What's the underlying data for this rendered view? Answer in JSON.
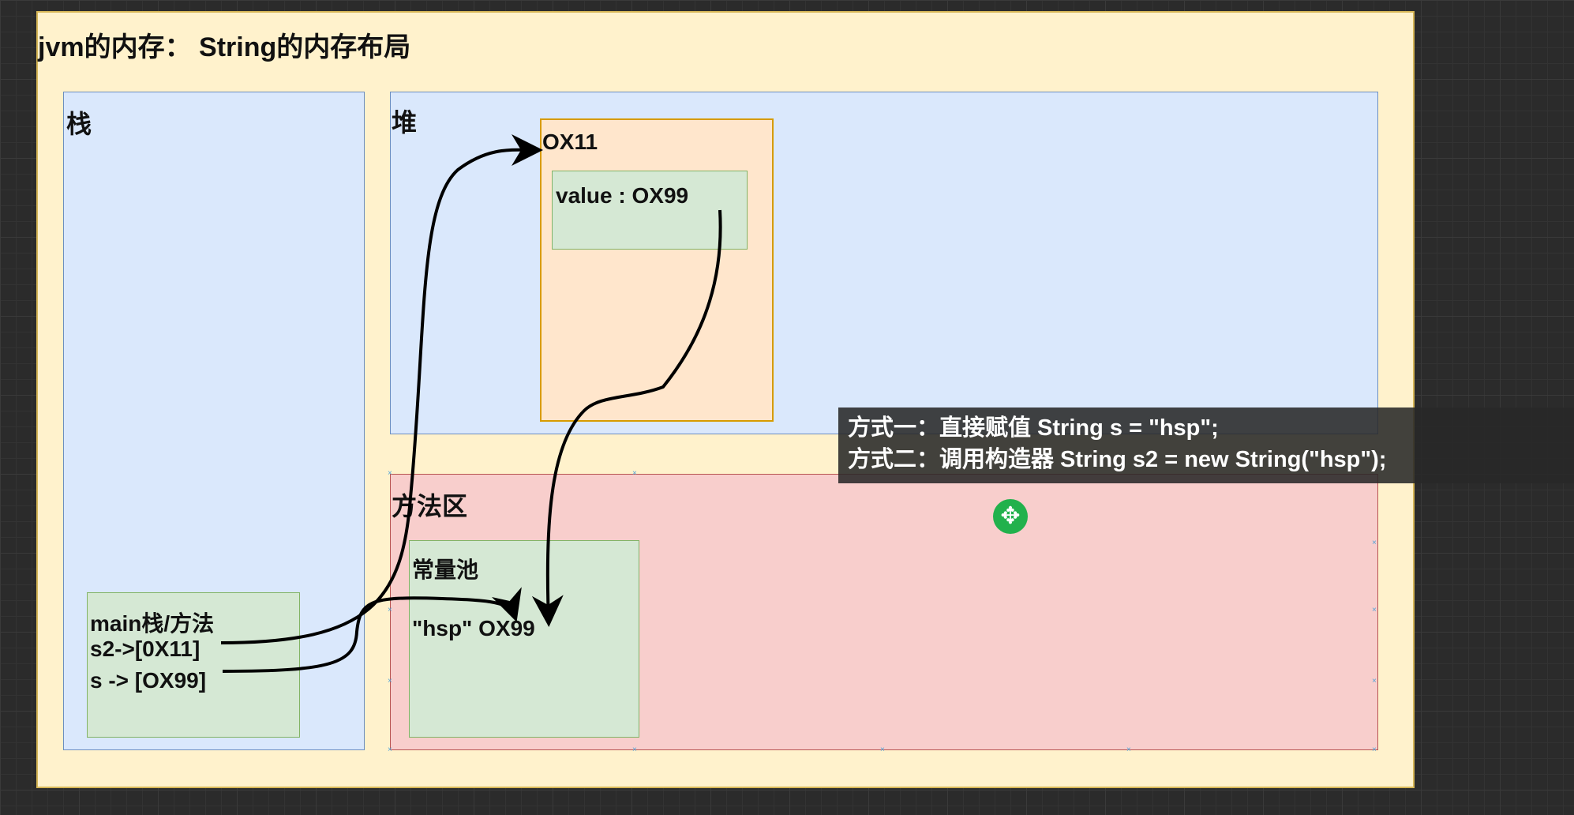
{
  "title": "jvm的内存： String的内存布局",
  "stack": {
    "label": "栈"
  },
  "heap": {
    "label": "堆",
    "object_addr": "OX11",
    "value_field": "value : OX99"
  },
  "method_area": {
    "label": "方法区",
    "pool_label": "常量池",
    "pool_entry": "\"hsp\" OX99"
  },
  "main_frame": {
    "title": "main栈/方法",
    "line1": "s2->[0X11]",
    "line2": "s -> [OX99]"
  },
  "tooltip": {
    "line1": "方式一：直接赋值 String s = \"hsp\";",
    "line2": "方式二：调用构造器 String s2 = new String(\"hsp\");"
  },
  "icons": {
    "move": "move-icon"
  },
  "colors": {
    "canvas": "#fff2cc",
    "stack_heap": "#dae8fc",
    "method_area": "#f8cecc",
    "object": "#ffe6cc",
    "green_box": "#d5e8d4",
    "cursor": "#22b14c"
  }
}
